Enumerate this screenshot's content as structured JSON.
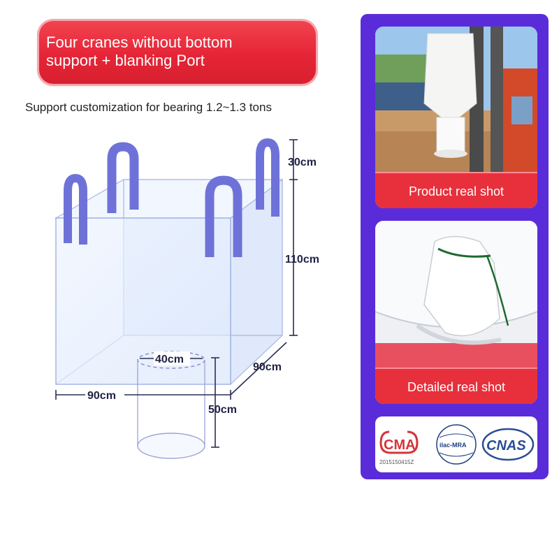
{
  "title": {
    "line1": "Four cranes without bottom",
    "line2": "support + blanking Port"
  },
  "subtitle": "Support customization for bearing 1.2~1.3 tons",
  "dimensions": {
    "handle_height": "30cm",
    "body_height": "110cm",
    "width": "90cm",
    "depth": "90cm",
    "port_diameter": "40cm",
    "port_height": "50cm"
  },
  "cards": {
    "product_label": "Product real shot",
    "detail_label": "Detailed real shot"
  },
  "certifications": {
    "cma_logo": "CMA",
    "cma_number": "2015150415Z",
    "ilac_logo": "ilac-MRA",
    "cnas_logo": "CNAS"
  },
  "colors": {
    "banner_red": "#e52537",
    "panel_purple": "#5a2cd9",
    "handle_blue": "#6e72d8"
  }
}
